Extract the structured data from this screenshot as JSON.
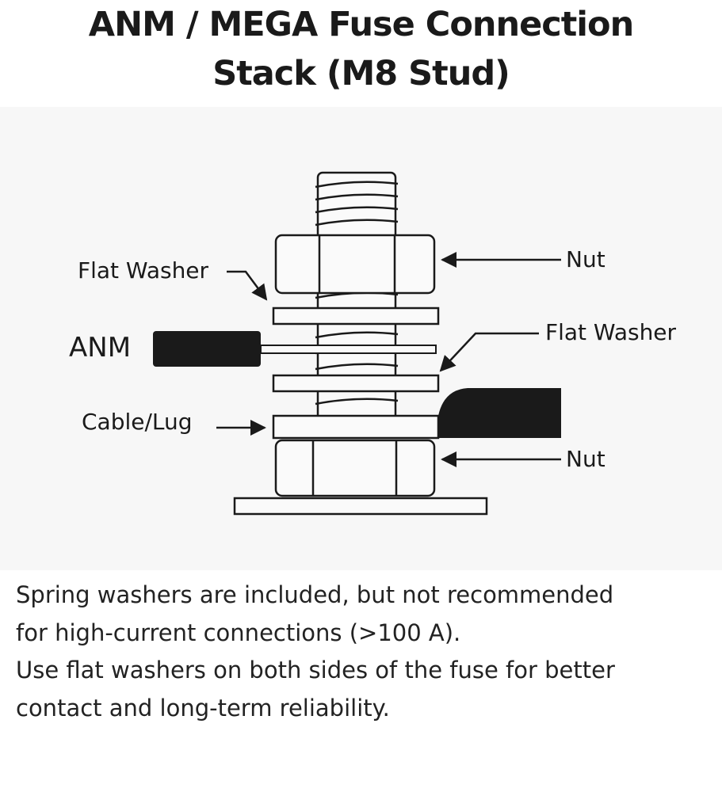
{
  "title": {
    "line1": "ANM / MEGA Fuse Connection",
    "line2": "Stack (M8 Stud)"
  },
  "labels": {
    "flat_washer_top": "Flat Washer",
    "nut_top": "Nut",
    "anm": "ANM",
    "flat_washer_right": "Flat Washer",
    "cable_lug": "Cable/Lug",
    "nut_bottom": "Nut"
  },
  "notes": {
    "line1": "Spring washers are included, but not recommended",
    "line2": "for high-current connections (>100 A).",
    "line3": "Use flat washers on both sides of the fuse for better",
    "line4": "contact and long-term reliability."
  },
  "colors": {
    "stroke": "#1a1a1a",
    "fill_dark": "#1a1a1a",
    "fill_light": "#fafafa",
    "panel": "#f7f7f7"
  }
}
